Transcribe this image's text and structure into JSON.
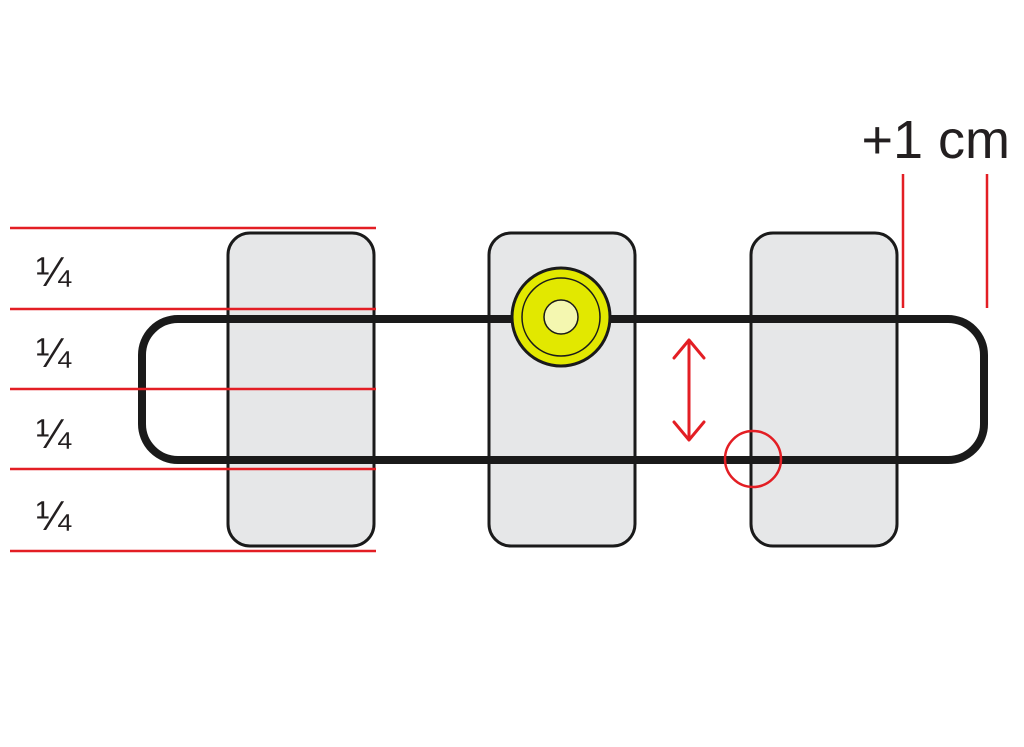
{
  "measurement": {
    "label": "+1 cm"
  },
  "divisions": [
    {
      "label": "¼"
    },
    {
      "label": "¼"
    },
    {
      "label": "¼"
    },
    {
      "label": "¼"
    }
  ],
  "colors": {
    "guide_red": "#e31e24",
    "outline_black": "#1a1a1a",
    "tab_fill": "#e6e7e8",
    "button_yellow": "#e2e800",
    "button_center": "#f4f7b0"
  },
  "icons": [
    "double-arrow-icon",
    "highlight-circle-icon",
    "snap-button-icon"
  ]
}
